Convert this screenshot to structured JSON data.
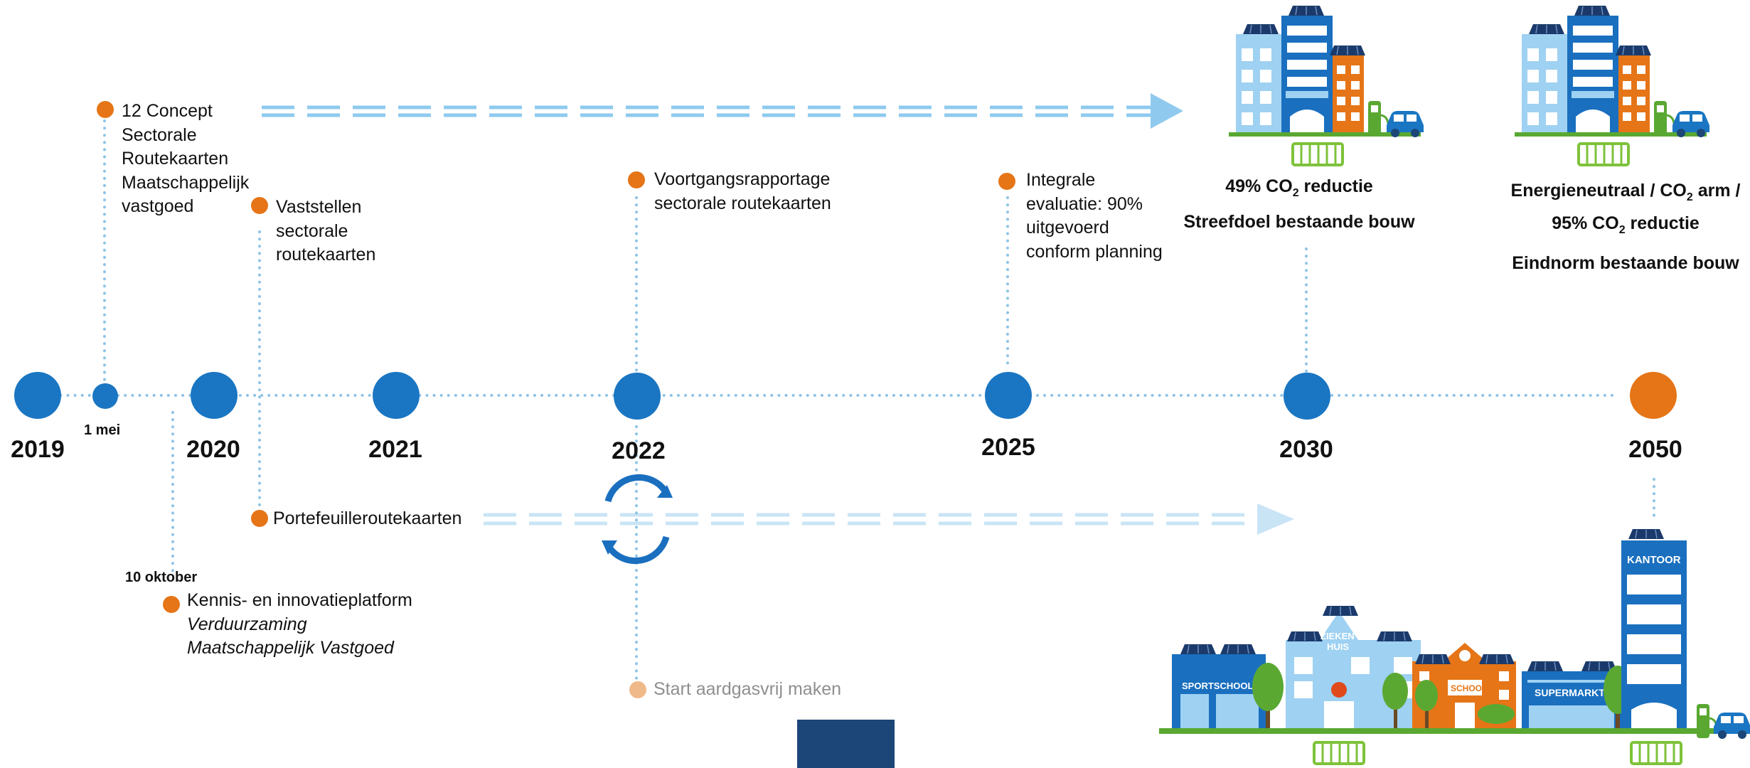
{
  "colors": {
    "primary_blue": "#1a76c2",
    "accent_orange": "#e57517",
    "light_blue_arrow": "#8fcaee",
    "pale_arrow": "#c9e4f5",
    "dotted_line": "#8fc4e6",
    "building_light": "#9ed1f2",
    "building_dark": "#1a6fbf",
    "building_orange": "#e57517",
    "ground_green": "#5aa832",
    "dark_navy": "#1b4677"
  },
  "years": [
    "2019",
    "2020",
    "2021",
    "2022",
    "2025",
    "2030",
    "2050"
  ],
  "small_dates": {
    "may": "1 mei",
    "october": "10 oktober"
  },
  "events": {
    "concept": [
      "12 Concept",
      "Sectorale",
      "Routekaarten",
      "Maatschappelijk",
      "vastgoed"
    ],
    "vaststellen": [
      "Vaststellen",
      "sectorale",
      "routekaarten"
    ],
    "voortgang": [
      "Voortgangsrapportage",
      "sectorale routekaarten"
    ],
    "integrale": [
      "Integrale",
      "evaluatie: 90%",
      "uitgevoerd",
      "conform planning"
    ],
    "portefeuille": "Portefeuilleroutekaarten",
    "kennis": [
      "Kennis- en innovatieplatform",
      "Verduurzaming",
      "Maatschappelijk Vastgoed"
    ],
    "start": "Start aardgasvrij maken"
  },
  "targets": {
    "t2030_line1_pre": "49% CO",
    "t2030_line1_sub": "2",
    "t2030_line1_post": " reductie",
    "t2030_line2": "Streefdoel bestaande bouw",
    "t2050_line1_pre": "Energieneutraal / CO",
    "t2050_line1_sub": "2",
    "t2050_line1_post": " arm /",
    "t2050_line2_pre": "95% CO",
    "t2050_line2_sub": "2",
    "t2050_line2_post": " reductie",
    "t2050_line3": "Eindnorm bestaande bouw"
  },
  "building_labels": {
    "sportschool": "SPORTSCHOOL",
    "ziekenhuis_1": "ZIEKEN",
    "ziekenhuis_2": "HUIS",
    "school": "SCHOOL",
    "supermarkt": "SUPERMARKT",
    "kantoor": "KANTOOR"
  }
}
